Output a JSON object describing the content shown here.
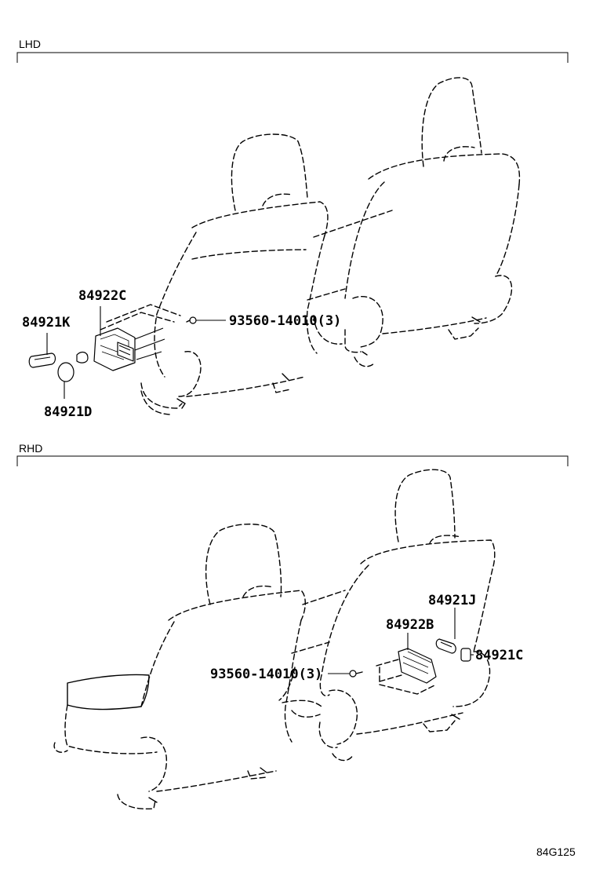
{
  "sections": {
    "lhd": {
      "label": "LHD",
      "parts": {
        "switch_assy": "84922C",
        "knob_k": "84921K",
        "knob_d": "84921D",
        "screw": "93560-14010(3)"
      }
    },
    "rhd": {
      "label": "RHD",
      "parts": {
        "knob_j": "84921J",
        "switch_assy": "84922B",
        "knob_c": "84921C",
        "screw": "93560-14010(3)"
      }
    }
  },
  "drawing_code": "84G125"
}
